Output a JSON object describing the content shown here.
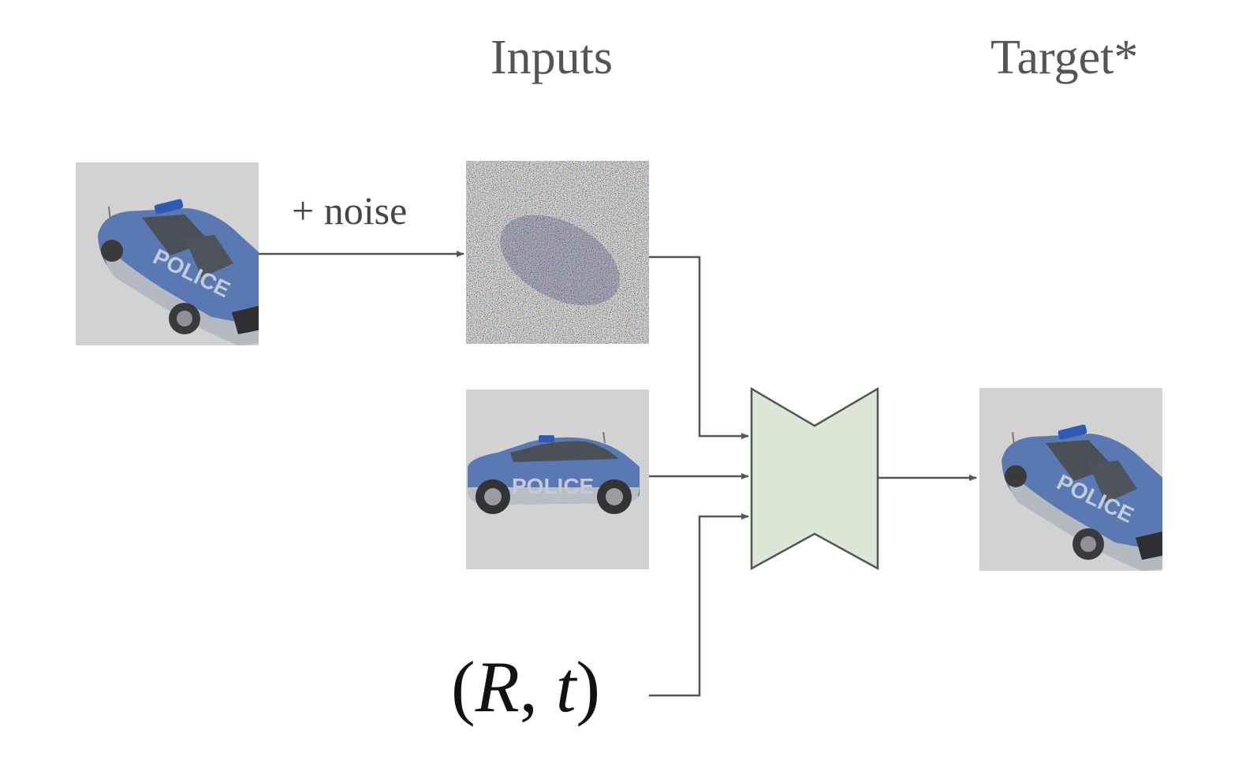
{
  "titles": {
    "inputs": "Inputs",
    "target": "Target*"
  },
  "labels": {
    "noise": "+ noise",
    "pose_open": "(",
    "pose_R": "R",
    "pose_comma": ", ",
    "pose_t": "t",
    "pose_close": ")"
  },
  "car_text": {
    "source": "POLICE",
    "side_view": "POLICE",
    "target": "POLICE"
  },
  "colors": {
    "network_fill": "#dde7d6",
    "network_stroke": "#555555",
    "arrow": "#555555",
    "image_background": "#d2d2d2",
    "car_body": "#5a79b3"
  }
}
